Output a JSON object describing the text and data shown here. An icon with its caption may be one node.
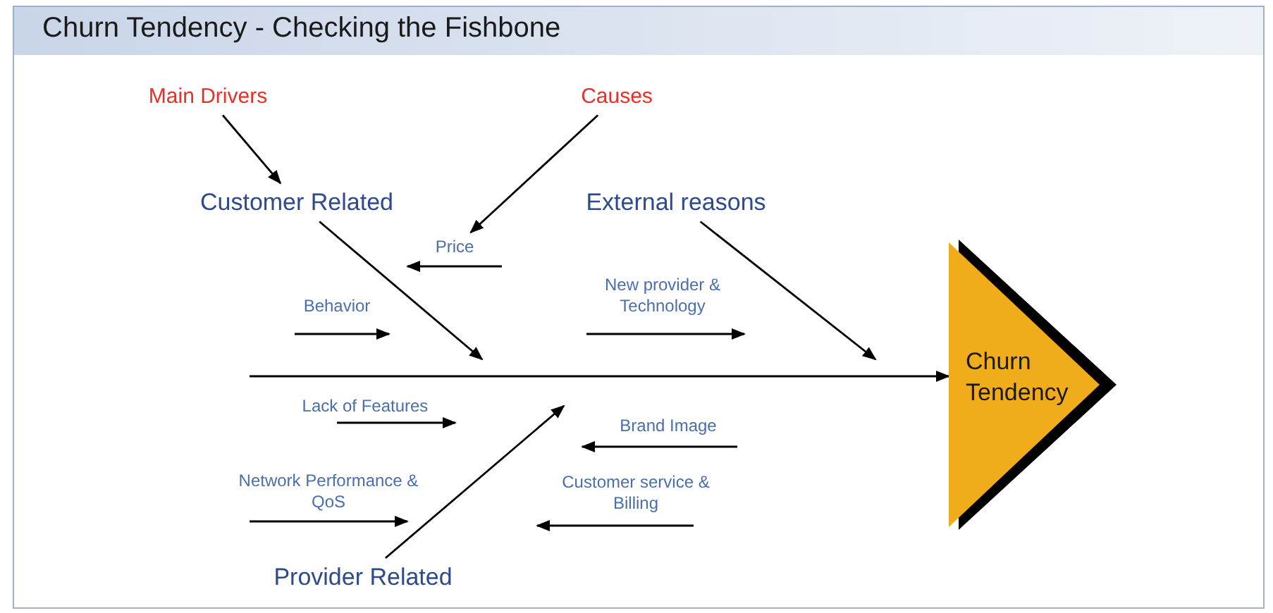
{
  "diagram": {
    "title": "Churn Tendency - Checking the Fishbone",
    "nodes": [
      {
        "text": [
          "Main Drivers"
        ]
      },
      {
        "text": [
          "Causes"
        ]
      },
      {
        "text": [
          "Customer Related"
        ]
      },
      {
        "text": [
          "External reasons"
        ]
      },
      {
        "text": [
          "Provider Related"
        ]
      },
      {
        "text": [
          "Price"
        ]
      },
      {
        "text": [
          "Behavior"
        ]
      },
      {
        "text": [
          "New provider & Technology"
        ]
      },
      {
        "text": [
          "Lack of Features"
        ]
      },
      {
        "text": [
          "Brand Image"
        ]
      },
      {
        "text": [
          "Network Performance & QoS"
        ]
      },
      {
        "text": [
          "Customer service & Billing"
        ]
      },
      {
        "text": [
          "Churn Tendency"
        ]
      }
    ],
    "edges": [
      {
        "from": 0,
        "to": 2,
        "arrow": "to"
      },
      {
        "from": 1,
        "to": 5,
        "arrow": "to"
      },
      {
        "from": 2,
        "to": null,
        "arrow": "to"
      },
      {
        "from": 3,
        "to": null,
        "arrow": "to"
      },
      {
        "from": 4,
        "to": null,
        "arrow": "to"
      },
      {
        "from": null,
        "to": 12,
        "arrow": "to"
      }
    ]
  }
}
